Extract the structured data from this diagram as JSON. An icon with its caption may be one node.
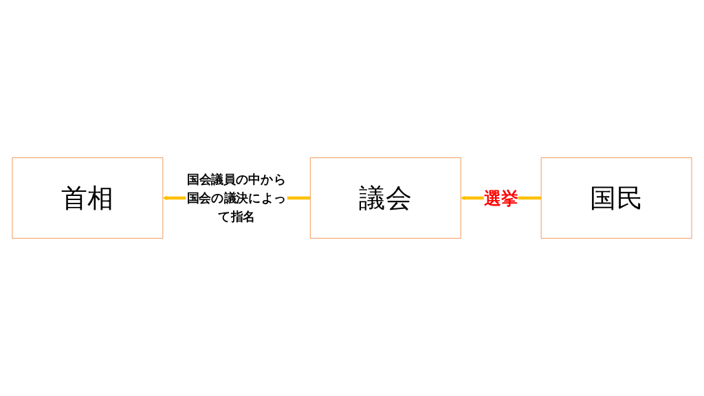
{
  "diagram": {
    "nodes": [
      {
        "text": [
          "首相"
        ]
      },
      {
        "text": [
          "議会"
        ]
      },
      {
        "text": [
          "国民"
        ]
      }
    ],
    "edges": [
      {
        "from": 1,
        "to": 0,
        "arrow": "to",
        "label": "国会議員の中から国会の議決によって指名"
      },
      {
        "from": 2,
        "to": 1,
        "arrow": "to",
        "label": "選挙"
      }
    ]
  }
}
